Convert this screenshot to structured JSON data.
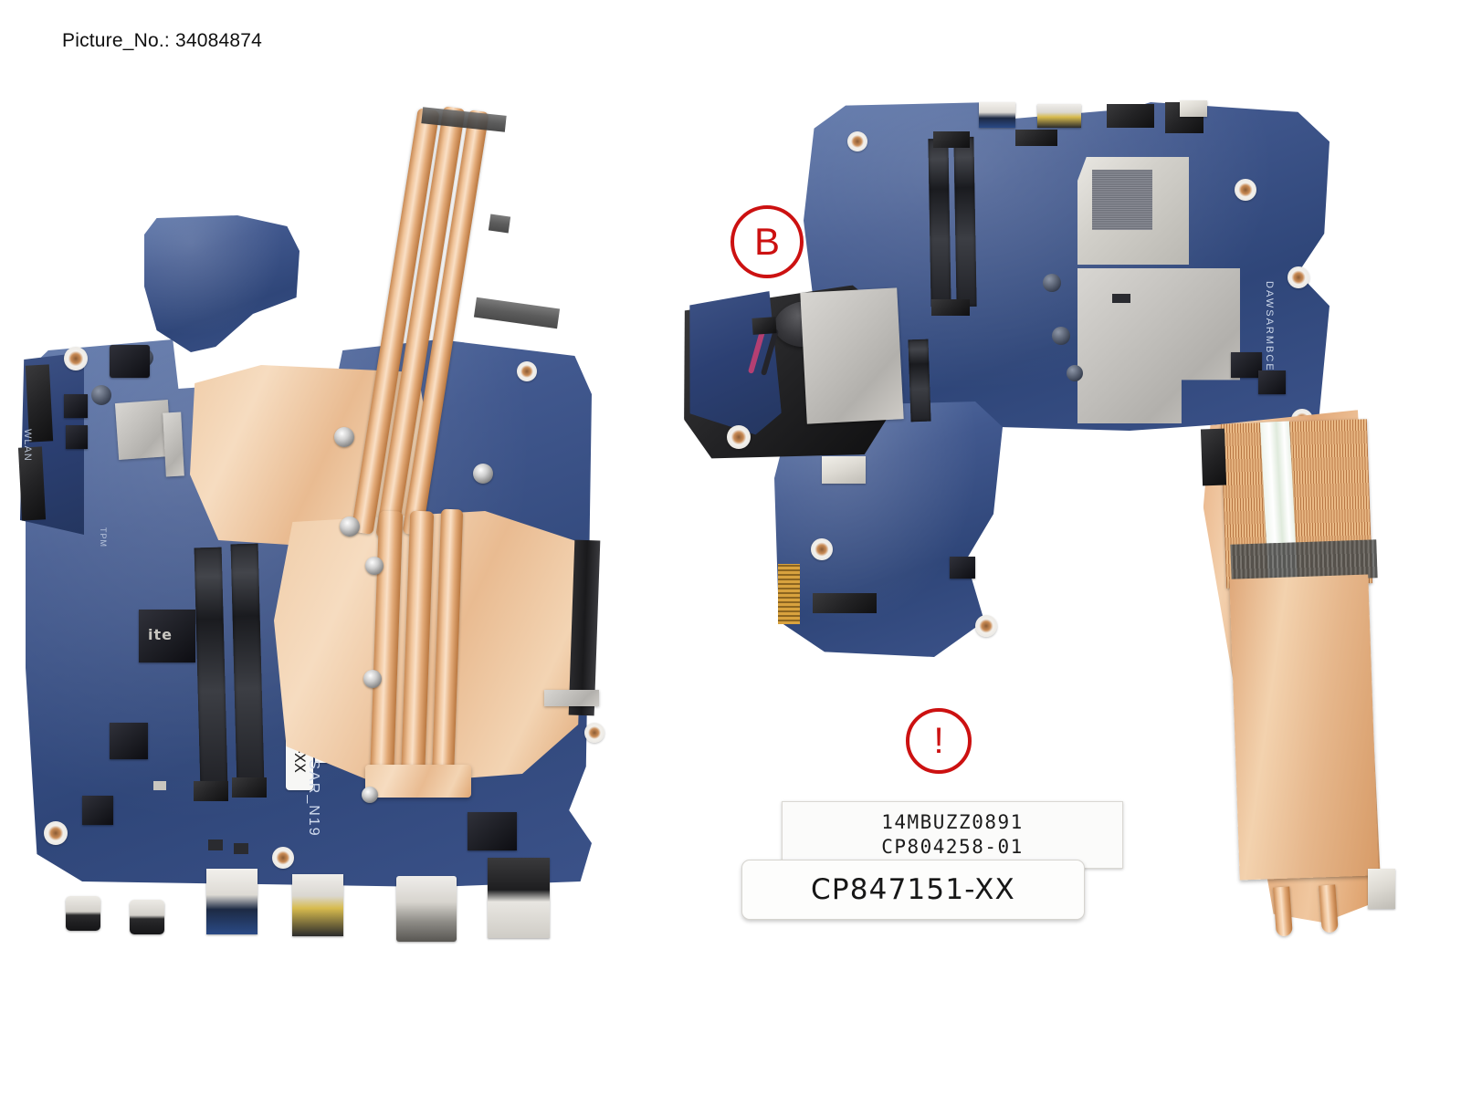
{
  "header": {
    "caption": "Picture_No.: 34084874"
  },
  "annotations": [
    {
      "id": "B",
      "text": "B",
      "color": "#cc1111",
      "name": "annotation-circle-b"
    },
    {
      "id": "warning",
      "text": "!",
      "color": "#cc1111",
      "name": "annotation-circle-warning"
    }
  ],
  "labels": {
    "upper": {
      "line1": "14MBUZZ0891",
      "line2": "CP804258-01"
    },
    "lower": {
      "part_number": "CP847151-XX"
    }
  },
  "board_markings": {
    "label_main": "CP847151-XX",
    "label_datamatrix_line1": "14MBUZZ0891",
    "label_datamatrix_line2": "CP804258-01",
    "silkscreen_model": "MODEL:WSAR_N19",
    "silkscreen_wlan": "WLAN",
    "silkscreen_tpm": "TPM",
    "silkscreen_board_rev": "DAWSARMBCE0",
    "chip_brand": "ite"
  },
  "ports": {
    "left_board": [
      {
        "name": "usb-c-port-1",
        "label": "USB-C"
      },
      {
        "name": "usb-c-port-2",
        "label": "USB-C"
      },
      {
        "name": "usb-a-port",
        "label": "USB 3"
      },
      {
        "name": "hdmi-port",
        "label": "HDMI"
      },
      {
        "name": "vga-port",
        "label": "VGA"
      },
      {
        "name": "rj45-port",
        "label": "LAN"
      }
    ]
  },
  "components": {
    "heatsink": "copper-heatsink",
    "heat_pipes": "copper-heat-pipes",
    "coin_cell": "cmos-battery",
    "memory_slots": "so-dimm-slots",
    "cpu_socket": "cpu-socket"
  }
}
